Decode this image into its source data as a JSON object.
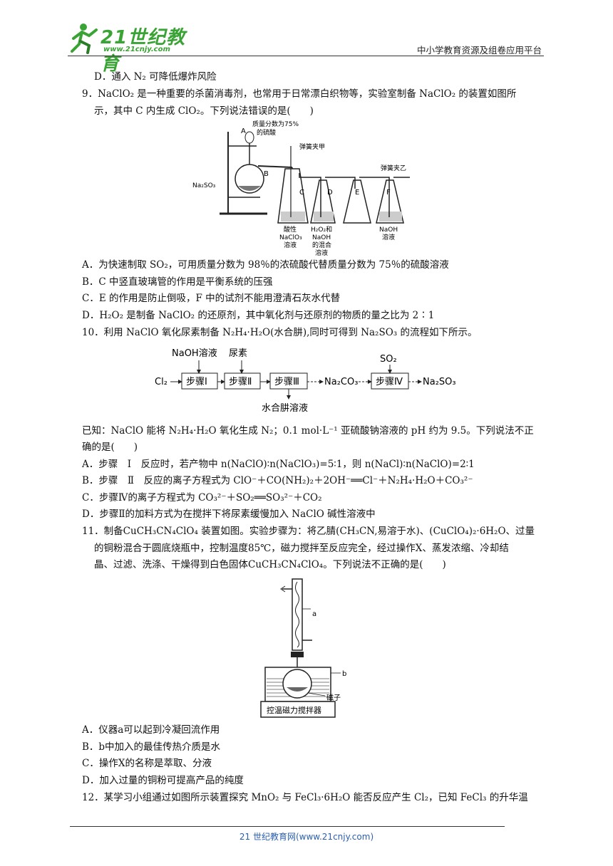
{
  "header": {
    "logo_title": "21世纪教育",
    "logo_url": "www.21cnjy.com",
    "platform": "中小学教育资源及组卷应用平台"
  },
  "q8": {
    "optD": "D．通入 N₂ 可降低爆炸风险"
  },
  "q9": {
    "stem1": "9．NaClO₂ 是一种重要的杀菌消毒剂，也常用于日常漂白织物等，实验室制备 NaClO₂ 的装置如图所",
    "stem2": "示，其中 C 内生成 ClO₂。下列说法错误的是(　　)",
    "fig": {
      "A": "A",
      "B": "B",
      "C": "C",
      "D": "D",
      "E": "E",
      "F": "F",
      "acid1": "质量分数为75%",
      "acid2": "的硫酸",
      "clipA": "弹簧夹甲",
      "clipB": "弹簧夹乙",
      "na2so3": "Na₂SO₃",
      "c1": "酸性",
      "c2": "NaClO₃",
      "c3": "溶液",
      "d1": "H₂O₂和",
      "d2": "NaOH",
      "d3": "的混合",
      "d4": "溶液",
      "f1": "NaOH",
      "f2": "溶液"
    },
    "optA": "A．为快速制取 SO₂，可用质量分数为 98％的浓硫酸代替质量分数为 75％的硫酸溶液",
    "optB": "B．C 中竖直玻璃管的作用是平衡系统的压强",
    "optC": "C．E 的作用是防止倒吸，F 中的试剂不能用澄清石灰水代替",
    "optD": "D．H₂O₂ 是制备 NaClO₂ 的还原剂，其中氧化剂与还原剂的物质的量之比为 2∶1"
  },
  "q10": {
    "stem": "10．利用 NaClO 氧化尿素制备 N₂H₄·H₂O(水合肼),同时可得到 Na₂SO₃ 的流程如下所示。",
    "flow": {
      "naoh": "NaOH溶液",
      "urea": "尿素",
      "so2": "SO₂",
      "cl2": "Cl₂",
      "s1": "步骤Ⅰ",
      "s2": "步骤Ⅱ",
      "s3": "步骤Ⅲ",
      "s4": "步骤Ⅳ",
      "na2co3": "Na₂CO₃",
      "na2so3": "Na₂SO₃",
      "hydrazine": "水合肼溶液"
    },
    "known1": "已知：NaClO 能将 N₂H₄·H₂O 氧化生成 N₂；0.1 mol·L⁻¹ 亚硫酸钠溶液的 pH 约为 9.5。下列说法不正",
    "known2": "确的是(　　)",
    "optA": "A．步骤　Ⅰ　反应时，若产物中 n(NaClO)∶n(NaClO₃)=5∶1，则 n(NaCl)∶n(NaClO)=2∶1",
    "optB": "B．步骤　Ⅱ　反应的离子方程式为 ClO⁻＋CO(NH₂)₂＋2OH⁻══Cl⁻＋N₂H₄·H₂O＋CO₃²⁻",
    "optC": "C．步骤Ⅳ的离子方程式为 CO₃²⁻＋SO₂══SO₃²⁻＋CO₂",
    "optD": "D．步骤Ⅱ的加料方式为在搅拌下将尿素缓慢加入 NaClO 碱性溶液中"
  },
  "q11": {
    "stem1": "11．制备CuCH₃CN₄ClO₄ 装置如图。实验步骤为：将乙腈(CH₃CN,易溶于水)、(CuClO₄)₂·6H₂O、过量",
    "stem2": "的铜粉混合于圆底烧瓶中，控制温度85℃，磁力搅拌至反应完全，经过操作X、蒸发浓缩、冷却结",
    "stem3": "晶、过滤、洗涤、干燥得到白色固体CuCH₃CN₄ClO₄。下列说法不正确的是(　　)",
    "fig": {
      "a": "a",
      "b": "b",
      "stirbar": "磁子",
      "stirrer": "控温磁力搅拌器"
    },
    "optA": "A．仪器a可以起到冷凝回流作用",
    "optB": "B．b中加入的最佳传热介质是水",
    "optC": "C．操作X的名称是萃取、分液",
    "optD": "D．加入过量的铜粉可提高产品的纯度"
  },
  "q12": {
    "stem1": "12．某学习小组通过如图所示装置探究 MnO₂ 与 FeCl₃·6H₂O 能否反应产生 Cl₂，已知 FeCl₃ 的升华温"
  },
  "footer": {
    "text": "21 世纪教育网(www.21cnjy.com)"
  },
  "colors": {
    "logo_green": "#3aa335",
    "footer_blue": "#2a5fb0"
  }
}
